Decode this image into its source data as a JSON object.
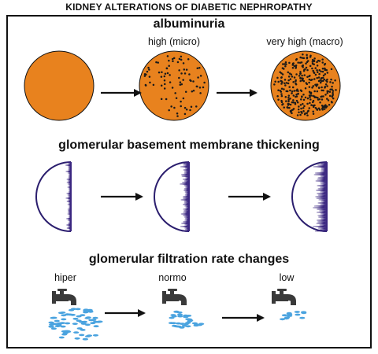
{
  "title": "KIDNEY ALTERATIONS OF DIABETIC NEPHROPATHY",
  "sections": {
    "albuminuria": {
      "heading": "albuminuria",
      "labels": [
        "high (micro)",
        "very high (macro)"
      ],
      "dot_levels": [
        "none",
        "moderate",
        "dense"
      ]
    },
    "gbm": {
      "heading": "glomerular basement membrane thickening",
      "levels": [
        "thin",
        "medium",
        "thick"
      ]
    },
    "gfr": {
      "heading": "glomerular filtration rate changes",
      "labels": [
        "hiper",
        "normo",
        "low"
      ],
      "flow_levels": [
        "high",
        "medium",
        "low"
      ]
    }
  },
  "colors": {
    "circle_fill": "#E8821E",
    "dots": "#1a1a1a",
    "membrane_outline": "#2B1E6E",
    "membrane_fill": "#3A2680",
    "faucet": "#3a3a3a",
    "water": "#4AA3DF",
    "arrow": "#111111"
  },
  "icons": [
    "faucet-icon",
    "arrow-icon"
  ]
}
